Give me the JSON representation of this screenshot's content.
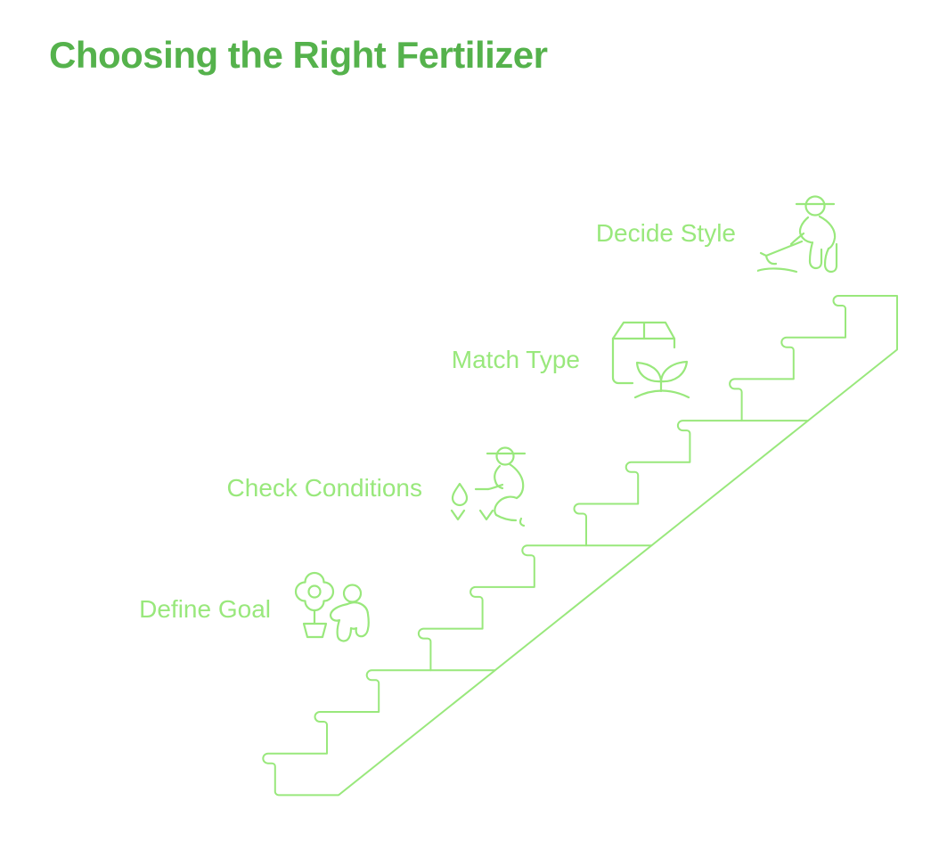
{
  "title": "Choosing the Right Fertilizer",
  "colors": {
    "background": "#ffffff",
    "title_green": "#55b24c",
    "line_green": "#99e87c"
  },
  "diagram": {
    "type": "staircase-process",
    "direction": "ascending to the right",
    "steps": [
      {
        "order": 1,
        "label": "Define Goal",
        "icon": "flower-pot-person-icon"
      },
      {
        "order": 2,
        "label": "Check Conditions",
        "icon": "kneeling-gardener-droplet-icon"
      },
      {
        "order": 3,
        "label": "Match Type",
        "icon": "package-seedling-icon"
      },
      {
        "order": 4,
        "label": "Decide Style",
        "icon": "raking-gardener-icon"
      }
    ]
  }
}
